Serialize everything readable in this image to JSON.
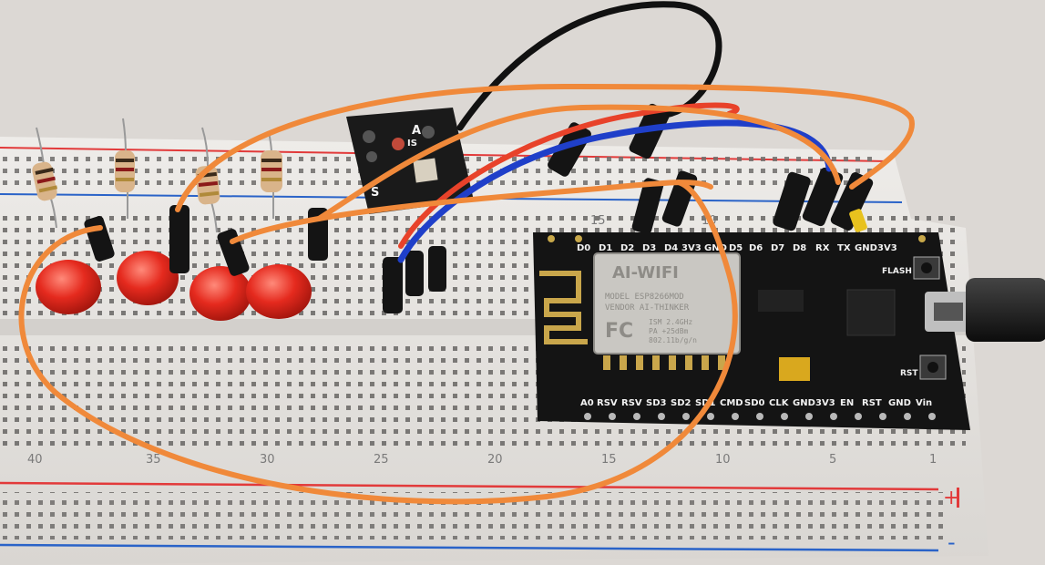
{
  "breadboard": {
    "column_numbers": [
      "40",
      "35",
      "30",
      "25",
      "20",
      "15",
      "10",
      "5",
      "1"
    ],
    "column_numbers_top": [
      "15",
      "10"
    ],
    "plus_sign": "+",
    "minus_sign": "-"
  },
  "sensor": {
    "pin_labels": [
      "A",
      "IS",
      "S"
    ]
  },
  "nodemcu": {
    "top_pins": [
      "D0",
      "D1",
      "D2",
      "D3",
      "D4",
      "3V3",
      "GND",
      "D5",
      "D6",
      "D7",
      "D8",
      "RX",
      "TX",
      "GND",
      "3V3"
    ],
    "bottom_pins": [
      "A0",
      "RSV",
      "RSV",
      "SD3",
      "SD2",
      "SD1",
      "CMD",
      "SD0",
      "CLK",
      "GND",
      "3V3",
      "EN",
      "RST",
      "GND",
      "Vin"
    ],
    "flash_label": "FLASH",
    "rst_label": "RST",
    "module": {
      "brand": "AI-WIFI",
      "line1": "MODEL ESP8266MOD",
      "line2": "VENDOR AI-THINKER",
      "fcc": "FC",
      "ism": "ISM 2.4GHz",
      "pa": "PA +25dBm",
      "std": "802.11b/g/n"
    }
  },
  "colors": {
    "breadboard": "#e8e6e3",
    "board": "#161616",
    "wire_orange": "#f0893a",
    "wire_red": "#e8422a",
    "wire_blue": "#1f3fc9",
    "wire_black": "#111111",
    "led": "#e52a1e",
    "rail_red": "#e23a3a",
    "rail_blue": "#2a63c8"
  }
}
